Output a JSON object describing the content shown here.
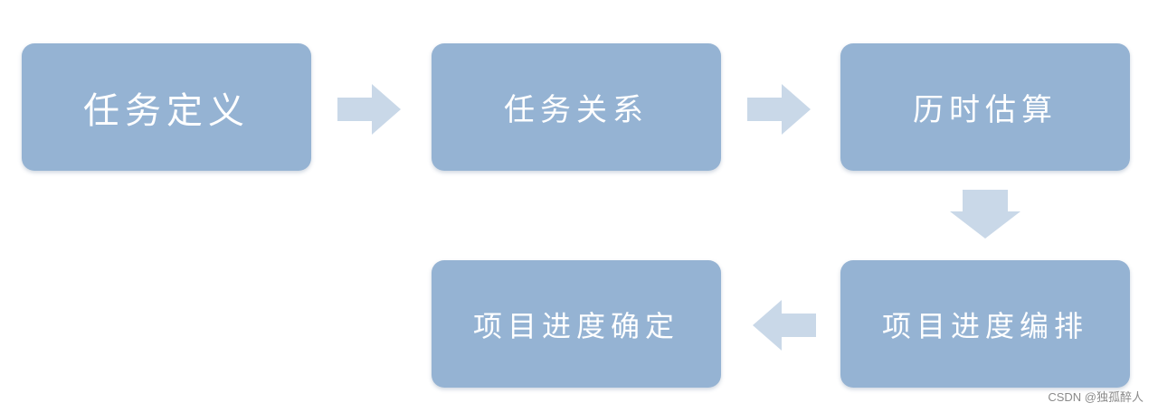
{
  "steps": [
    {
      "label": "任务定义"
    },
    {
      "label": "任务关系"
    },
    {
      "label": "历时估算"
    },
    {
      "label": "项目进度编排"
    },
    {
      "label": "项目进度确定"
    }
  ],
  "colors": {
    "box_fill": "#95b3d3",
    "box_text": "#ffffff",
    "arrow_fill": "#c9d8e8"
  },
  "watermark": "CSDN @独孤醉人"
}
